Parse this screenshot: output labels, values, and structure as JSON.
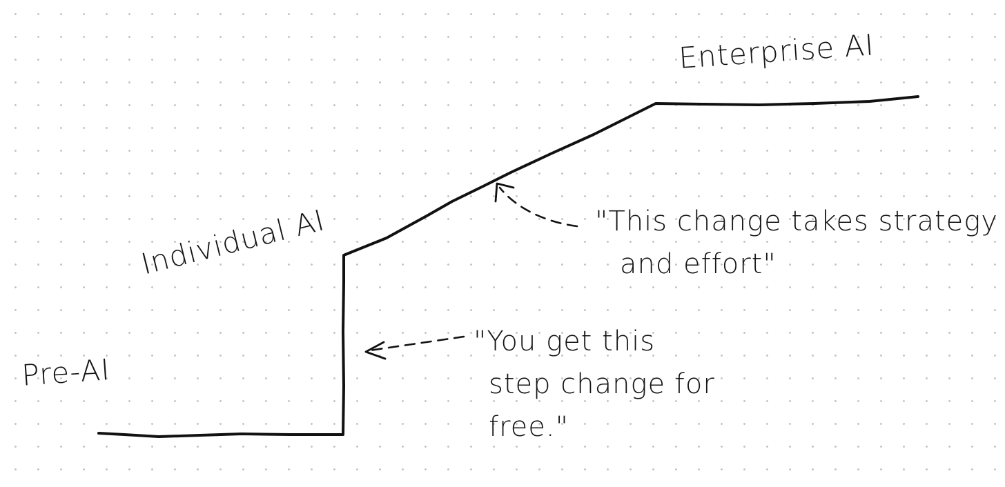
{
  "stages": {
    "pre_ai": "Pre-AI",
    "individual_ai": "Individual AI",
    "enterprise_ai": "Enterprise AI"
  },
  "annotations": {
    "step_change": {
      "lines": [
        "\"You get this",
        "step change for",
        "free.\""
      ]
    },
    "strategy": {
      "lines": [
        "\"This change takes strategy",
        "and effort\""
      ]
    }
  },
  "colors": {
    "ink": "#111111",
    "grid_dots": "#c4c4c4",
    "paper": "#ffffff"
  }
}
